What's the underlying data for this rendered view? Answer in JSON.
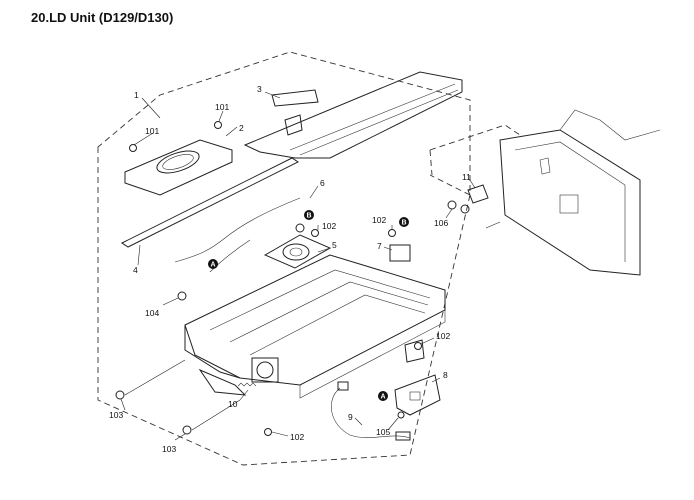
{
  "title": "20.LD Unit (D129/D130)",
  "callouts": {
    "c1": "1",
    "c2": "2",
    "c3": "3",
    "c4": "4",
    "c5": "5",
    "c6": "6",
    "c7": "7",
    "c8": "8",
    "c9": "9",
    "c10": "10",
    "c11": "11",
    "c101a": "101",
    "c101b": "101",
    "c102a": "102",
    "c102b": "102",
    "c102c": "102",
    "c102d": "102",
    "c103a": "103",
    "c103b": "103",
    "c104": "104",
    "c105": "105",
    "c106": "106"
  },
  "badges": {
    "a": "A",
    "b": "B"
  }
}
